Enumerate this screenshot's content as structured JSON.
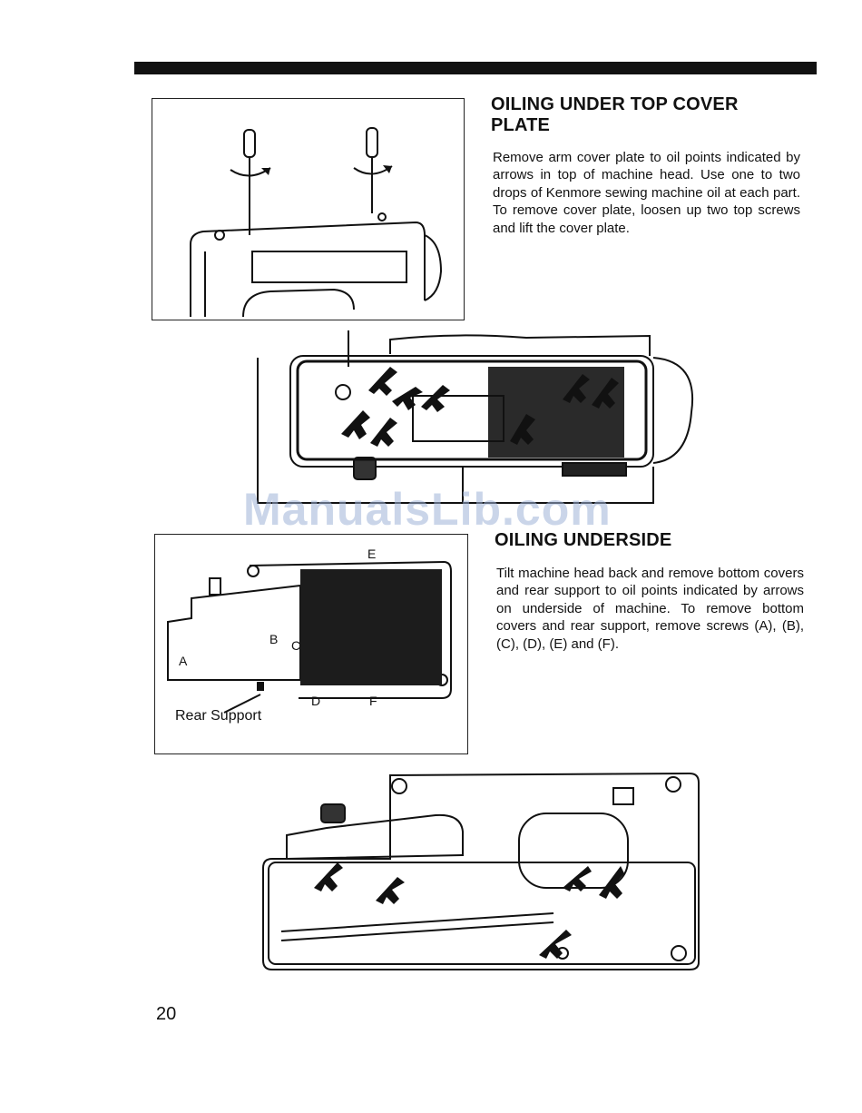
{
  "section1": {
    "heading": "OILING UNDER TOP COVER PLATE",
    "text": "Remove arm cover plate to oil points indicated by arrows in top of machine head. Use one to two drops of Kenmore sewing machine oil at each part. To remove cover plate, loosen up two top screws and lift the cover plate."
  },
  "section2": {
    "heading": "OILING UNDERSIDE",
    "text": "Tilt machine head back and remove bottom covers and rear support to oil points indicated by arrows on underside of machine. To remove bottom covers and rear support, remove screws (A), (B), (C), (D), (E) and (F)."
  },
  "figure_labels": {
    "a": "A",
    "b": "B",
    "c": "C",
    "d": "D",
    "e": "E",
    "f": "F",
    "rear_support": "Rear Support"
  },
  "watermark": "ManualsLib.com",
  "page_number": "20"
}
